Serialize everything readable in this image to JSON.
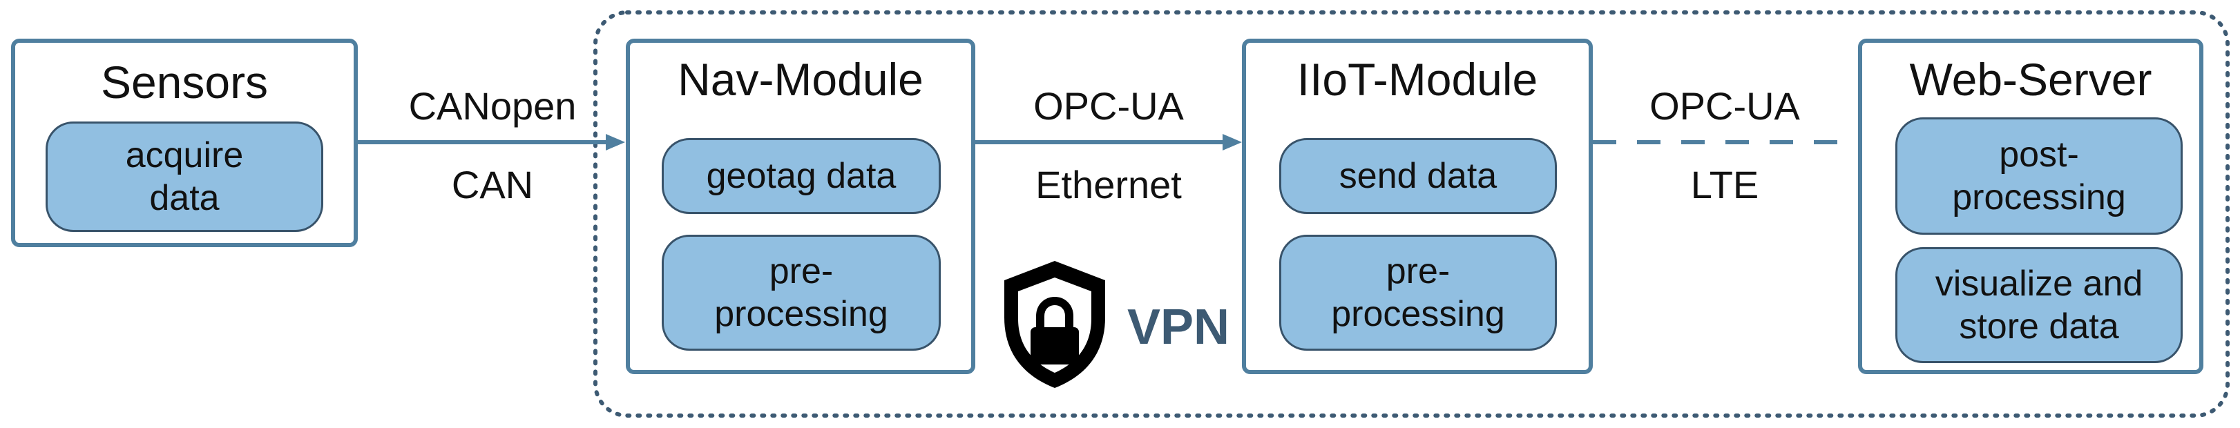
{
  "modules": {
    "sensors": {
      "title": "Sensors",
      "tasks": [
        "acquire\ndata"
      ]
    },
    "nav": {
      "title": "Nav-Module",
      "tasks": [
        "geotag data",
        "pre-\nprocessing"
      ]
    },
    "iiot": {
      "title": "IIoT-Module",
      "tasks": [
        "send data",
        "pre-\nprocessing"
      ]
    },
    "web": {
      "title": "Web-Server",
      "tasks": [
        "post-\nprocessing",
        "visualize and\nstore data"
      ]
    }
  },
  "links": [
    {
      "protocol": "CANopen",
      "medium": "CAN",
      "style": "solid"
    },
    {
      "protocol": "OPC-UA",
      "medium": "Ethernet",
      "style": "solid"
    },
    {
      "protocol": "OPC-UA",
      "medium": "LTE",
      "style": "dashed"
    }
  ],
  "vpn": {
    "label": "VPN",
    "icon": "shield-lock-icon"
  },
  "colors": {
    "border": "#4f7f9f",
    "task_fill": "#91bfe1",
    "task_border": "#38536a",
    "vpn": "#3d5a73"
  }
}
